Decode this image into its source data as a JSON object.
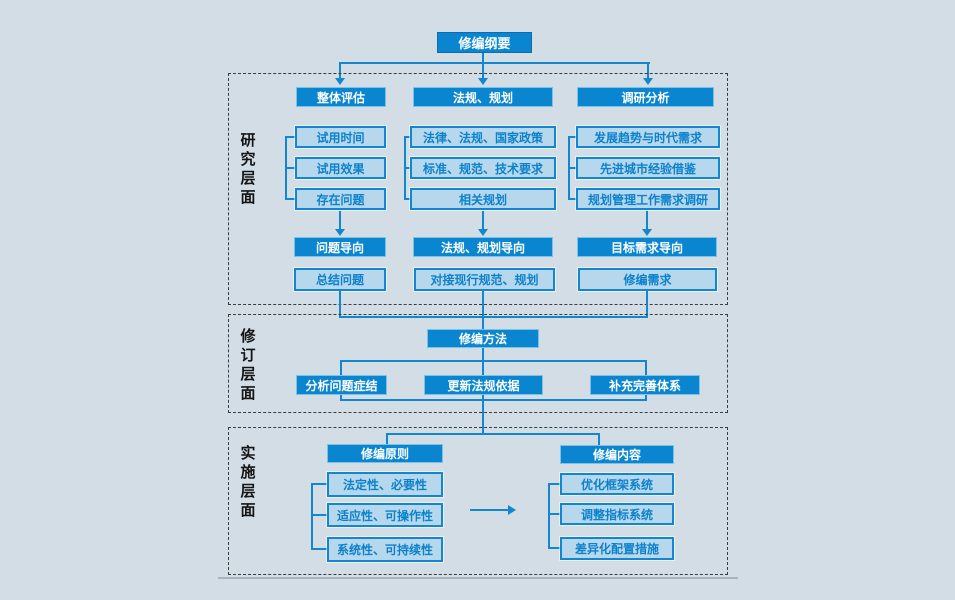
{
  "root": {
    "title": "修编纲要"
  },
  "research": {
    "label": "研究层面",
    "columns": [
      {
        "header": "整体评估",
        "items": [
          "试用时间",
          "试用效果",
          "存在问题"
        ],
        "direction": "问题导向",
        "result": "总结问题"
      },
      {
        "header": "法规、规划",
        "items": [
          "法律、法规、国家政策",
          "标准、规范、技术要求",
          "相关规划"
        ],
        "direction": "法规、规划导向",
        "result": "对接现行规范、规划"
      },
      {
        "header": "调研分析",
        "items": [
          "发展趋势与时代需求",
          "先进城市经验借鉴",
          "规划管理工作需求调研"
        ],
        "direction": "目标需求导向",
        "result": "修编需求"
      }
    ]
  },
  "revision": {
    "label": "修订层面",
    "method": "修编方法",
    "branches": [
      "分析问题症结",
      "更新法规依据",
      "补充完善体系"
    ]
  },
  "implementation": {
    "label": "实施层面",
    "groups": [
      {
        "header": "修编原则",
        "items": [
          "法定性、必要性",
          "适应性、可操作性",
          "系统性、可持续性"
        ]
      },
      {
        "header": "修编内容",
        "items": [
          "优化框架系统",
          "调整指标系统",
          "差异化配置措施"
        ]
      }
    ]
  },
  "colors": {
    "background": "#d2dde5",
    "solid_node_fill": "#0a86d1",
    "light_node_fill": "#b7d8ec",
    "node_border_accent": "#1287d0",
    "light_node_text": "#0c82cd",
    "section_label_text": "#141414",
    "connector": "#1287d0"
  }
}
